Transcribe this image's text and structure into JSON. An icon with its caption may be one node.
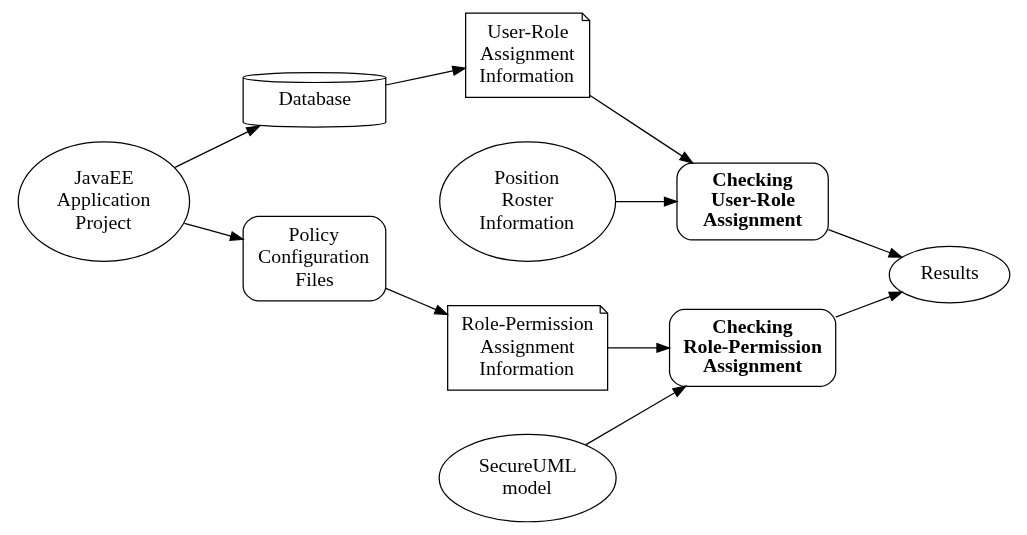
{
  "diagram": {
    "nodes": [
      {
        "text": [
          "JavaEE Application Project"
        ]
      },
      {
        "text": [
          "Database"
        ]
      },
      {
        "text": [
          "User-Role Assignment Information"
        ]
      },
      {
        "text": [
          "Position Roster Information"
        ]
      },
      {
        "text": [
          "Checking User-Role Assignment"
        ]
      },
      {
        "text": [
          "Results"
        ]
      },
      {
        "text": [
          "Policy Configuration Files"
        ]
      },
      {
        "text": [
          "Role-Permission Assignment Information"
        ]
      },
      {
        "text": [
          "Checking Role-Permission Assignment"
        ]
      },
      {
        "text": [
          "SecureUML model"
        ]
      }
    ],
    "edges": [
      {
        "from": 0,
        "to": 1,
        "arrow": "to"
      },
      {
        "from": 0,
        "to": 6,
        "arrow": "to"
      },
      {
        "from": 1,
        "to": 2,
        "arrow": "to"
      },
      {
        "from": 6,
        "to": 7,
        "arrow": "to"
      },
      {
        "from": 2,
        "to": 4,
        "arrow": "to"
      },
      {
        "from": 7,
        "to": 8,
        "arrow": "to"
      },
      {
        "from": 3,
        "to": 4,
        "arrow": "to"
      },
      {
        "from": 9,
        "to": 8,
        "arrow": "to"
      },
      {
        "from": 4,
        "to": 5,
        "arrow": "to"
      },
      {
        "from": 8,
        "to": 5,
        "arrow": "to"
      }
    ]
  }
}
